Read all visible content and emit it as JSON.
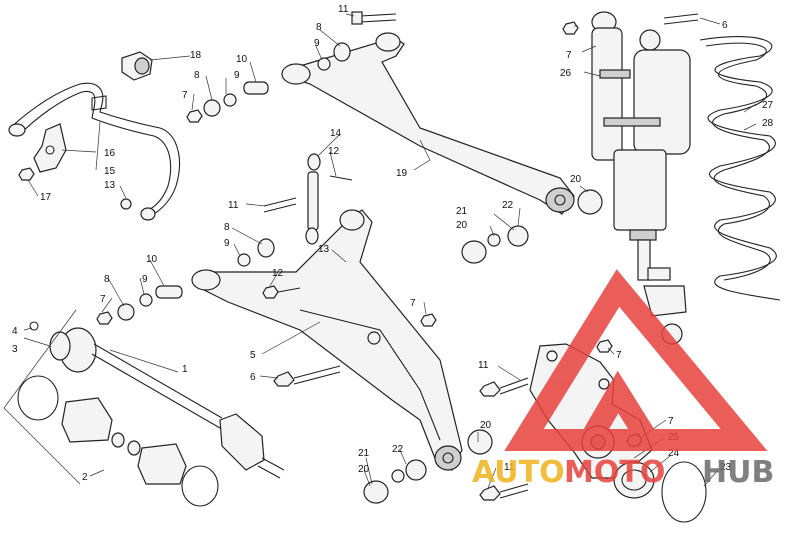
{
  "labels": {
    "c1": "1",
    "c2": "2",
    "c3": "3",
    "c4": "4",
    "c5": "5",
    "c6a": "6",
    "c6b": "6",
    "c7a": "7",
    "c7b": "7",
    "c7c": "7",
    "c7d": "7",
    "c7e": "7",
    "c7f": "7",
    "c8a": "8",
    "c8b": "8",
    "c8c": "8",
    "c8d": "8",
    "c9a": "9",
    "c9b": "9",
    "c9c": "9",
    "c9d": "9",
    "c10a": "10",
    "c10b": "10",
    "c11a": "11",
    "c11b": "11",
    "c11c": "11",
    "c11d": "11",
    "c12a": "12",
    "c12b": "12",
    "c13a": "13",
    "c13b": "13",
    "c14": "14",
    "c15": "15",
    "c16": "16",
    "c17": "17",
    "c18": "18",
    "c19": "19",
    "c20a": "20",
    "c20b": "20",
    "c20c": "20",
    "c20d": "20",
    "c21a": "21",
    "c21b": "21",
    "c22a": "22",
    "c22b": "22",
    "c23": "23",
    "c24": "24",
    "c25": "25",
    "c26": "26",
    "c27": "27",
    "c28": "28"
  },
  "watermark": {
    "part1": "AUTO",
    "part2": "MOTO",
    "part3": "HUB",
    "color_red": "#e8413c",
    "color_gold": "#f2b21b",
    "color_grey": "#6b6b6b"
  }
}
